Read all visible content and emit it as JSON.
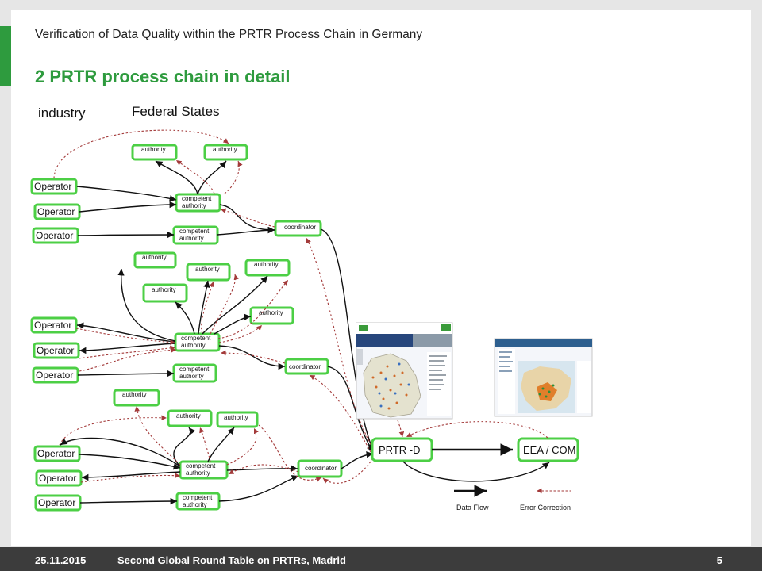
{
  "header": {
    "subtitle": "Verification of Data Quality within the PRTR Process Chain in Germany",
    "title": "2 PRTR process chain in detail"
  },
  "diagram": {
    "columns": {
      "industry": "industry",
      "federal_states": "Federal States"
    },
    "labels": {
      "operator": "Operator",
      "authority": "authority",
      "competent": "competent",
      "authority2": "authority",
      "coordinator": "coordinator",
      "prtr": "PRTR -D",
      "eea": "EEA / COM"
    },
    "legend": {
      "data_flow": "Data Flow",
      "error_correction": "Error Correction"
    },
    "colors": {
      "box_border": "#4ccf45",
      "data_flow": "#111111",
      "error_correction": "#a33a3a",
      "accent": "#2e9b3e"
    }
  },
  "footer": {
    "date": "25.11.2015",
    "event": "Second Global Round Table on PRTRs, Madrid",
    "page": "5"
  }
}
